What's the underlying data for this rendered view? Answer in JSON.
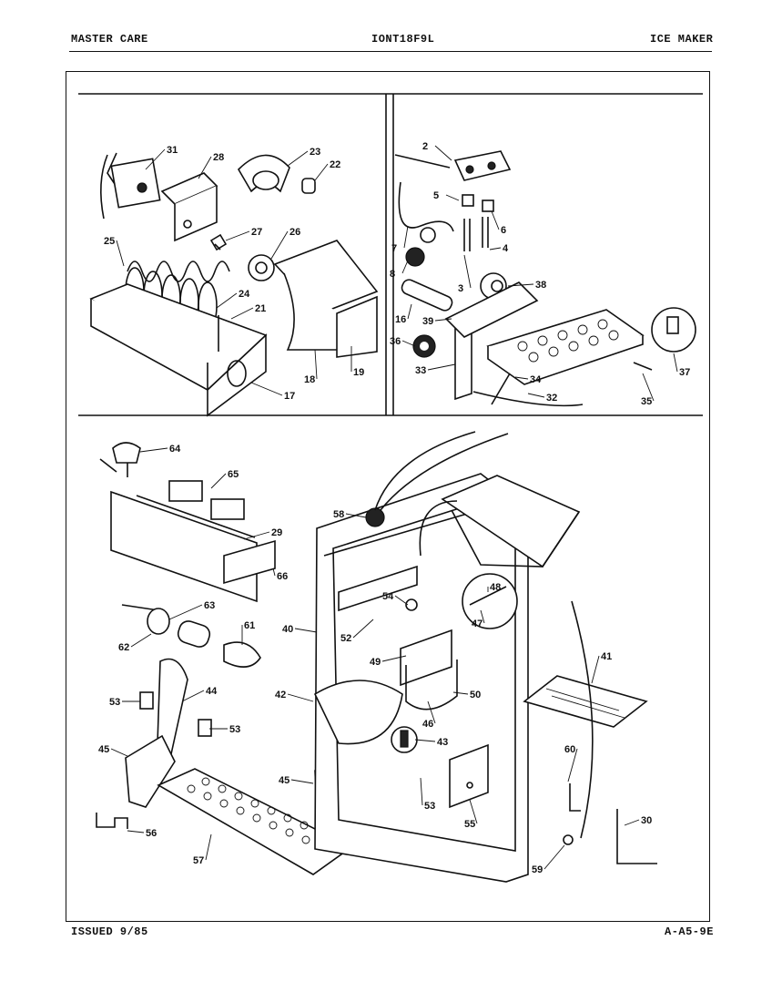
{
  "header": {
    "left": "MASTER CARE",
    "center": "IONT18F9L",
    "right": "ICE MAKER"
  },
  "footer": {
    "left": "ISSUED 9/85",
    "right": "A-A5-9E"
  },
  "callouts": [
    "31",
    "28",
    "23",
    "22",
    "27",
    "26",
    "25",
    "24",
    "21",
    "18",
    "19",
    "17",
    "2",
    "5",
    "6",
    "7",
    "8",
    "4",
    "3",
    "38",
    "16",
    "39",
    "36",
    "33",
    "37",
    "34",
    "32",
    "35",
    "64",
    "65",
    "29",
    "66",
    "63",
    "61",
    "62",
    "58",
    "48",
    "54",
    "52",
    "47",
    "40",
    "49",
    "41",
    "53",
    "44",
    "42",
    "50",
    "46",
    "43",
    "45",
    "60",
    "55",
    "30",
    "56",
    "57",
    "59"
  ],
  "icons": [
    "ice-maker-exploded-diagram"
  ]
}
